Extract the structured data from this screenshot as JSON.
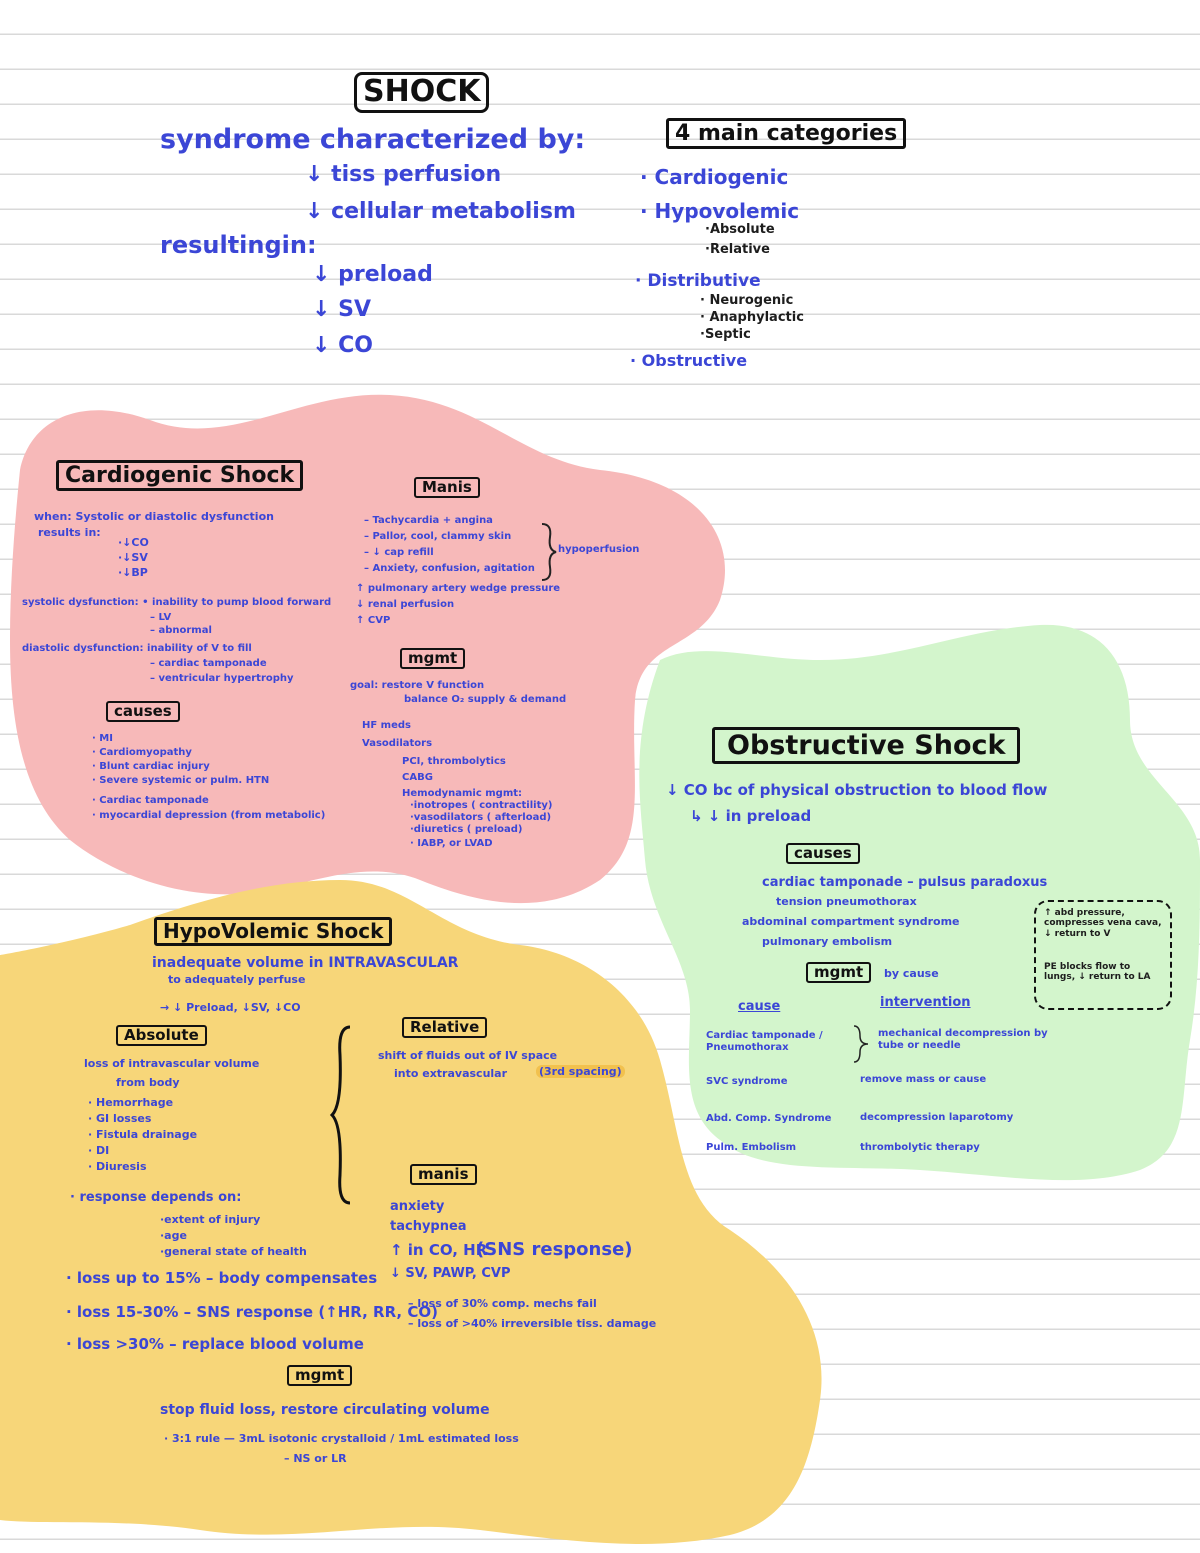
{
  "title": "SHOCK",
  "definition": {
    "heading": "syndrome characterized by:",
    "lines": [
      "↓ tiss perfusion",
      "↓ cellular metabolism"
    ],
    "resulting_label": "resultingin:",
    "results": [
      "↓ preload",
      "↓ SV",
      "↓ CO"
    ]
  },
  "categories": {
    "heading": "4 main categories",
    "items": [
      "· Cardiogenic",
      "· Hypovolemic",
      "·Absolute",
      "·Relative",
      "· Distributive",
      "· Neurogenic",
      "· Anaphylactic",
      "·Septic",
      "· Obstructive"
    ]
  },
  "cardiogenic": {
    "title": "Cardiogenic Shock",
    "when": "when: Systolic or diastolic dysfunction",
    "results_in": "results in:",
    "results": [
      "·↓CO",
      "·↓SV",
      "·↓BP"
    ],
    "systolic": "systolic dysfunction: • inability to pump blood forward",
    "systolic_sub": [
      "– LV",
      "– abnormal"
    ],
    "diastolic": "diastolic dysfunction: inability of V to fill",
    "diastolic_sub": [
      "– cardiac tamponade",
      "– ventricular hypertrophy"
    ],
    "causes_title": "causes",
    "causes": [
      "· MI",
      "· Cardiomyopathy",
      "· Blunt cardiac injury",
      "· Severe systemic or pulm. HTN",
      "· Cardiac tamponade",
      "· myocardial depression (from metabolic)"
    ],
    "manis_title": "Manis",
    "manis": [
      "– Tachycardia + angina",
      "– Pallor, cool, clammy skin",
      "– ↓ cap refill",
      "– Anxiety, confusion, agitation"
    ],
    "manis_brace_label": "hypoperfusion",
    "manis_more": [
      "↑ pulmonary artery wedge pressure",
      "↓ renal perfusion",
      "↑ CVP"
    ],
    "mgmt_title": "mgmt",
    "mgmt_goal": "goal: restore V function",
    "mgmt_goal2": "balance O₂ supply & demand",
    "mgmt_items": [
      "HF meds",
      "Vasodilators",
      "PCI, thrombolytics",
      "CABG",
      "Hemodynamic mgmt:",
      "·inotropes ( contractility)",
      "·vasodilators ( afterload)",
      "·diuretics ( preload)",
      "· IABP, or LVAD"
    ]
  },
  "hypovolemic": {
    "title": "HypoVolemic Shock",
    "def": "inadequate volume in INTRAVASCULAR",
    "def2": "to adequately perfuse",
    "def3": "→ ↓ Preload, ↓SV, ↓CO",
    "absolute_title": "Absolute",
    "absolute_def": "loss of intravascular volume",
    "absolute_def2": "from body",
    "absolute_items": [
      "· Hemorrhage",
      "· GI losses",
      "· Fistula drainage",
      "· DI",
      "· Diuresis"
    ],
    "relative_title": "Relative",
    "relative_def": "shift of fluids out of IV space",
    "relative_def2": "into extravascular",
    "relative_highlight": "(3rd spacing)",
    "response": "· response depends on:",
    "response_items": [
      "·extent of injury",
      "·age",
      "·general state of health"
    ],
    "loss_items": [
      "· loss up to 15% – body compensates",
      "· loss 15-30% – SNS response (↑HR, RR, CO)",
      "· loss >30% – replace blood volume"
    ],
    "loss_more": [
      "– loss of 30% comp. mechs fail",
      "– loss of >40% irreversible tiss. damage"
    ],
    "manis_title": "manis",
    "manis": [
      "anxiety",
      "tachypnea",
      "↑ in CO, HR",
      "↓ SV, PAWP, CVP"
    ],
    "manis_sns": "(SNS response)",
    "mgmt_title": "mgmt",
    "mgmt": "stop fluid loss, restore circulating volume",
    "mgmt2": "· 3:1 rule — 3mL isotonic crystalloid / 1mL estimated loss",
    "mgmt3": "– NS or LR"
  },
  "obstructive": {
    "title": "Obstructive Shock",
    "def": "↓ CO bc of physical obstruction to blood flow",
    "def2": "↳ ↓ in preload",
    "causes_title": "causes",
    "causes": [
      "cardiac tamponade – pulsus paradoxus",
      "tension pneumothorax",
      "abdominal compartment syndrome",
      "pulmonary embolism"
    ],
    "note1": "↑ abd pressure, compresses vena cava, ↓ return to V",
    "note2": "PE blocks flow to lungs, ↓ return to LA",
    "mgmt_title": "mgmt",
    "mgmt_by": "by cause",
    "col_cause": "cause",
    "col_intervention": "intervention",
    "rows": [
      {
        "cause": "Cardiac tamponade / Pneumothorax",
        "intervention": "mechanical decompression by tube or needle"
      },
      {
        "cause": "SVC syndrome",
        "intervention": "remove mass or cause"
      },
      {
        "cause": "Abd. Comp. Syndrome",
        "intervention": "decompression laparotomy"
      },
      {
        "cause": "Pulm. Embolism",
        "intervention": "thrombolytic therapy"
      }
    ]
  },
  "colors": {
    "pink": "#f7b9b9",
    "green": "#d3f5cc",
    "yellow": "#f7d679",
    "ink": "#3b46d6"
  }
}
